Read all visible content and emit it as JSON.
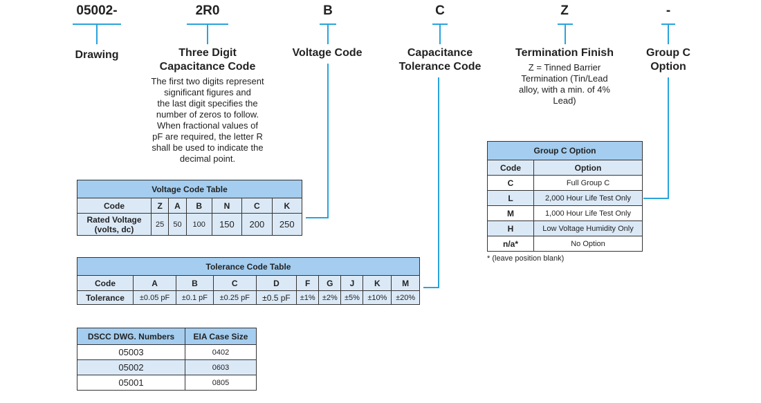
{
  "part_number": {
    "segments": [
      {
        "code": "05002-",
        "label": "Drawing",
        "description": ""
      },
      {
        "code": "2R0",
        "label": "Three Digit Capacitance Code",
        "description": "The first two digits represent significant figures and the last digit specifies the number of zeros to follow. When fractional values of pF are required, the letter R shall be used to indicate the decimal point."
      },
      {
        "code": "B",
        "label": "Voltage Code",
        "description": ""
      },
      {
        "code": "C",
        "label": "Capacitance Tolerance Code",
        "description": ""
      },
      {
        "code": "Z",
        "label": "Termination Finish",
        "description": "Z = Tinned Barrier Termination (Tin/Lead alloy, with a min. of 4% Lead)"
      },
      {
        "code": "-",
        "label": "Group C Option",
        "description": ""
      }
    ],
    "label_lines": {
      "cap_code": [
        "Three Digit",
        "Capacitance Code"
      ],
      "tolerance": [
        "Capacitance",
        "Tolerance Code"
      ],
      "group_c": [
        "Group C",
        "Option"
      ]
    },
    "desc_lines": {
      "cap_code": [
        "The first two digits represent",
        "significant figures and",
        "the last digit specifies the",
        "number of zeros to follow.",
        "When fractional values of",
        "pF are required, the letter R",
        "shall be used to indicate the",
        "decimal point."
      ],
      "termination": [
        "Z = Tinned Barrier",
        "Termination (Tin/Lead",
        "alloy, with a min. of 4%",
        "Lead)"
      ]
    }
  },
  "voltage_table": {
    "title": "Voltage Code Table",
    "row_headers": [
      "Code",
      "Rated Voltage",
      "(volts, dc)"
    ],
    "codes": [
      "Z",
      "A",
      "B",
      "N",
      "C",
      "K"
    ],
    "voltages": [
      "25",
      "50",
      "100",
      "150",
      "200",
      "250"
    ]
  },
  "tolerance_table": {
    "title": "Tolerance Code Table",
    "row_headers": [
      "Code",
      "Tolerance"
    ],
    "codes": [
      "A",
      "B",
      "C",
      "D",
      "F",
      "G",
      "J",
      "K",
      "M"
    ],
    "tolerances": [
      "±0.05 pF",
      "±0.1 pF",
      "±0.25 pF",
      "±0.5 pF",
      "±1%",
      "±2%",
      "±5%",
      "±10%",
      "±20%"
    ]
  },
  "dwg_table": {
    "headers": [
      "DSCC DWG. Numbers",
      "EIA Case Size"
    ],
    "rows": [
      {
        "dwg": "05003",
        "case": "0402"
      },
      {
        "dwg": "05002",
        "case": "0603"
      },
      {
        "dwg": "05001",
        "case": "0805"
      }
    ]
  },
  "group_c_table": {
    "title": "Group C Option",
    "headers": [
      "Code",
      "Option"
    ],
    "rows": [
      {
        "code": "C",
        "option": "Full Group C"
      },
      {
        "code": "L",
        "option": "2,000 Hour Life Test Only"
      },
      {
        "code": "M",
        "option": "1,000 Hour Life Test Only"
      },
      {
        "code": "H",
        "option": "Low Voltage Humidity Only"
      },
      {
        "code": "n/a*",
        "option": "No Option"
      }
    ],
    "footnote": "* (leave position blank)"
  },
  "colors": {
    "accent_line": "#29a3db",
    "header_fill": "#a4cdef",
    "row_fill": "#dbe9f7"
  }
}
